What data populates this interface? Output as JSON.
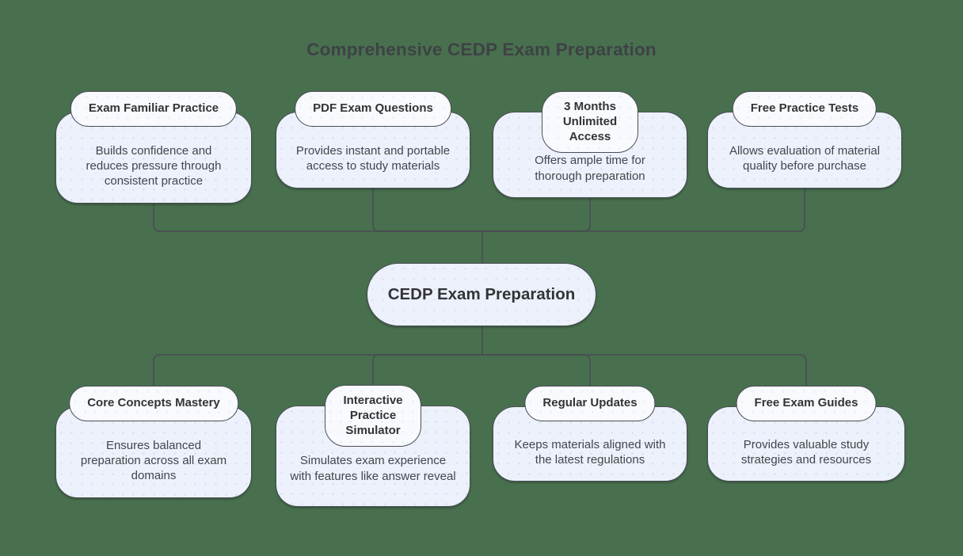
{
  "title": "Comprehensive CEDP Exam Preparation",
  "center_node": {
    "label": "CEDP Exam Preparation"
  },
  "top_nodes": [
    {
      "title": "Exam Familiar Practice",
      "description": "Builds confidence and reduces pressure through consistent practice"
    },
    {
      "title": "PDF Exam Questions",
      "description": "Provides instant and portable access to study materials"
    },
    {
      "title": "3 Months Unlimited Access",
      "description": "Offers ample time for thorough preparation"
    },
    {
      "title": "Free Practice Tests",
      "description": "Allows evaluation of material quality before purchase"
    }
  ],
  "bottom_nodes": [
    {
      "title": "Core Concepts Mastery",
      "description": "Ensures balanced preparation across all exam domains"
    },
    {
      "title": "Interactive Practice Simulator",
      "description": "Simulates exam experience with features like answer reveal"
    },
    {
      "title": "Regular Updates",
      "description": "Keeps materials aligned with the latest regulations"
    },
    {
      "title": "Free Exam Guides",
      "description": "Provides valuable study strategies and resources"
    }
  ],
  "colors": {
    "background": "#48704E",
    "node_fill": "#ECF1FB",
    "pill_fill": "#F8FAFE",
    "border": "#4A4E54",
    "edge": "#4A4E54",
    "title_text": "#3F4146",
    "node_title_text": "#333438",
    "description_text": "#44464B"
  }
}
